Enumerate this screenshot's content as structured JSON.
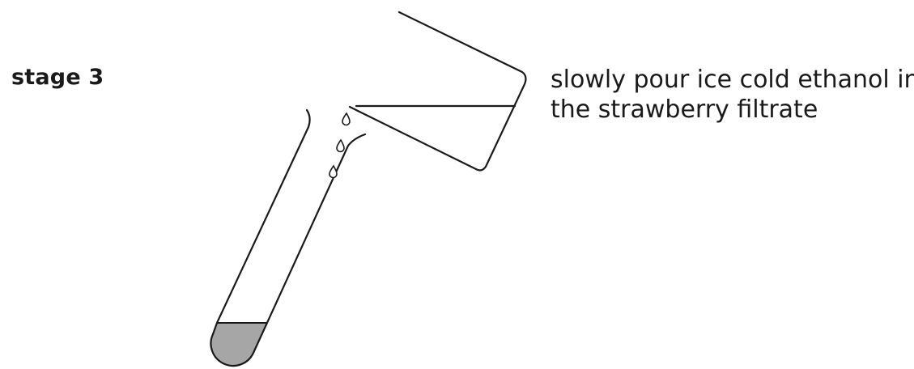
{
  "stage": {
    "label": "stage 3"
  },
  "instruction": {
    "line1": "slowly pour ice cold ethanol into",
    "line2": "the strawberry filtrate"
  },
  "colors": {
    "outline": "#1a1a1a",
    "filtrate_fill": "#a6a6a6",
    "background": "#ffffff"
  },
  "icons": {
    "beaker": "pouring-beaker-icon",
    "test_tube": "test-tube-icon",
    "droplet": "droplet-icon"
  }
}
